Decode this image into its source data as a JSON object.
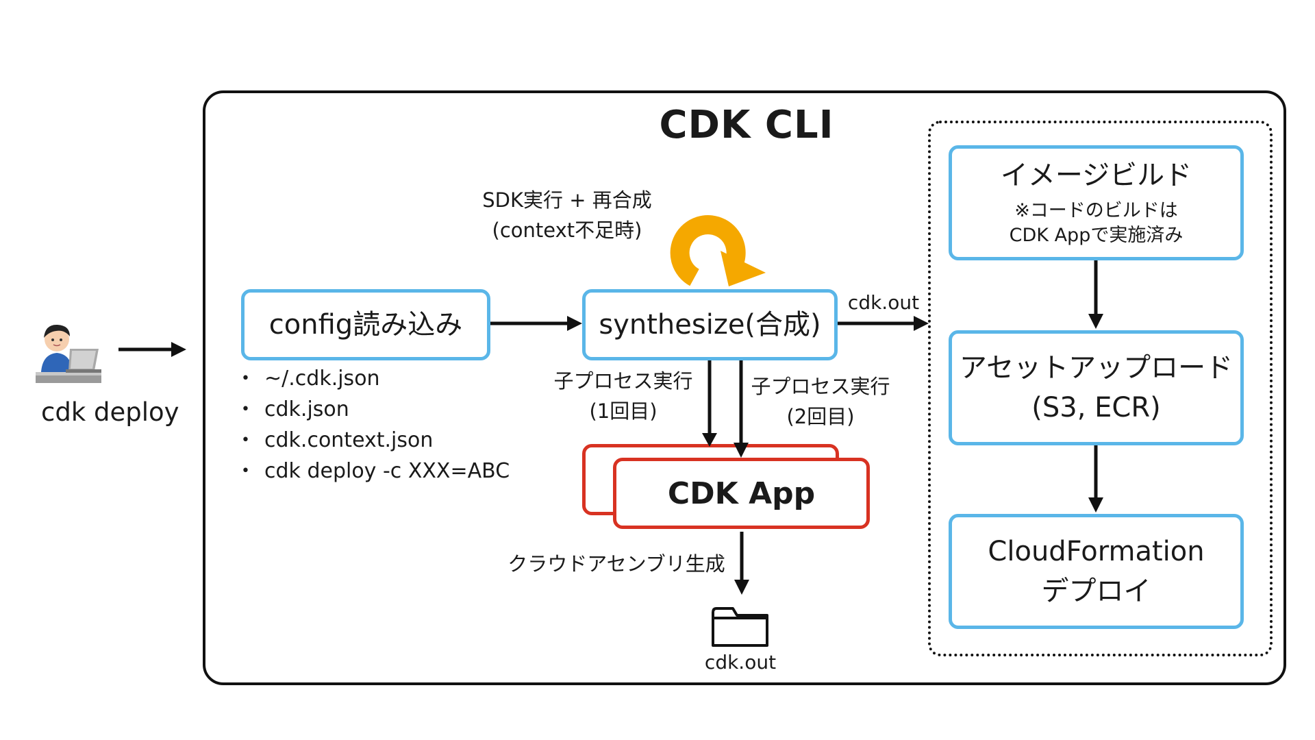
{
  "title": "CDK CLI",
  "user": {
    "label": "cdk deploy"
  },
  "config": {
    "label": "config読み込み",
    "sources": [
      "~/.cdk.json",
      "cdk.json",
      "cdk.context.json",
      "cdk deploy -c XXX=ABC"
    ]
  },
  "synth": {
    "label": "synthesize(合成)",
    "loop_label_line1": "SDK実行 + 再合成",
    "loop_label_line2": "(context不足時)",
    "output_label": "cdk.out",
    "child_run_1_line1": "子プロセス実行",
    "child_run_1_line2": "(1回目)",
    "child_run_2_line1": "子プロセス実行",
    "child_run_2_line2": "(2回目)"
  },
  "app": {
    "label": "CDK App",
    "assembly_label": "クラウドアセンブリ生成",
    "folder_label": "cdk.out"
  },
  "deploy_steps": {
    "image_build": {
      "title": "イメージビルド",
      "note_line1": "※コードのビルドは",
      "note_line2": "CDK Appで実施済み"
    },
    "asset_upload": {
      "title": "アセットアップロード",
      "subtitle": "(S3, ECR)"
    },
    "cfn_deploy": {
      "title_line1": "CloudFormation",
      "title_line2": "デプロイ"
    }
  },
  "colors": {
    "box_border_blue": "#5ab6e8",
    "app_border_red": "#d83222",
    "loop_arrow_orange": "#f5a800"
  }
}
